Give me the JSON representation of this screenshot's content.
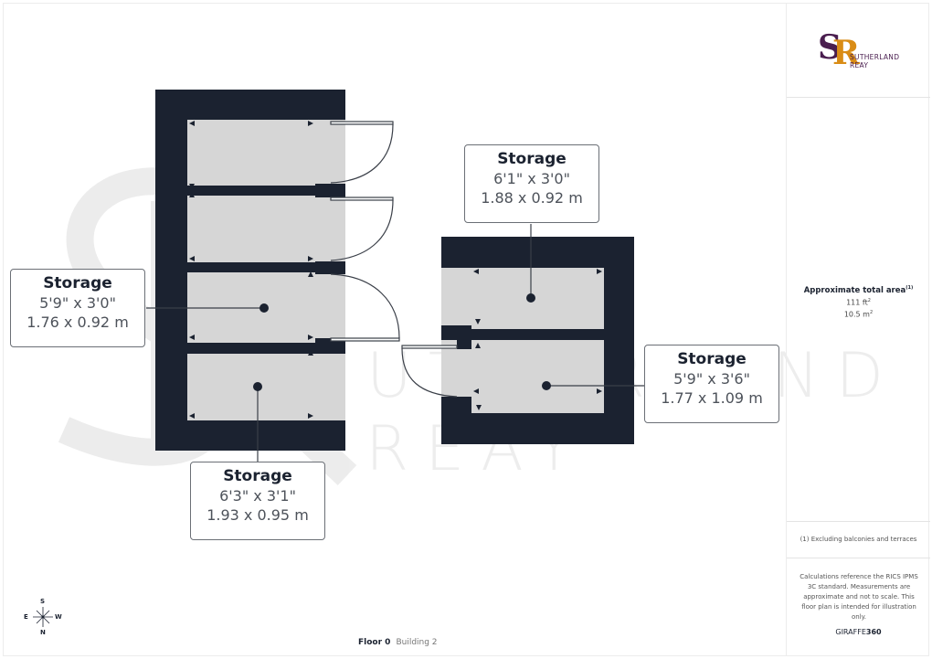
{
  "brand": {
    "logo_monogram_s": "S",
    "logo_monogram_r": "R",
    "logo_line1": "SUTHERLAND",
    "logo_line2": "REAY",
    "color_primary": "#4a1e4f",
    "color_accent": "#d98c16"
  },
  "watermark": {
    "line1": "SUTHERLAND",
    "line2": "REAY"
  },
  "summary": {
    "title": "Approximate total area",
    "title_note": "(1)",
    "area_sqft": "111 ft",
    "area_sqft_unit_sup": "2",
    "area_sqm": "10.5 m",
    "area_sqm_unit_sup": "2"
  },
  "footnote": "(1) Excluding balconies and terraces",
  "disclaimer": "Calculations reference the RICS IPMS 3C standard. Measurements are approximate and not to scale. This floor plan is intended for illustration only.",
  "provider": {
    "prefix": "GIRAFFE",
    "suffix": "360"
  },
  "floor": {
    "name": "Floor 0",
    "building": "Building 2"
  },
  "compass": {
    "top": "S",
    "bottom": "N",
    "left": "E",
    "right": "W"
  },
  "rooms": [
    {
      "name": "Storage",
      "imperial": "5'9\" x 3'0\"",
      "metric": "1.76 x 0.92 m"
    },
    {
      "name": "Storage",
      "imperial": "6'1\" x 3'0\"",
      "metric": "1.88 x 0.92 m"
    },
    {
      "name": "Storage",
      "imperial": "5'9\" x 3'6\"",
      "metric": "1.77 x 1.09 m"
    },
    {
      "name": "Storage",
      "imperial": "6'3\" x 3'1\"",
      "metric": "1.93 x 0.95 m"
    }
  ],
  "colors": {
    "wall": "#1b2230",
    "floor": "#d6d6d6",
    "label_border": "#6b6f76"
  }
}
